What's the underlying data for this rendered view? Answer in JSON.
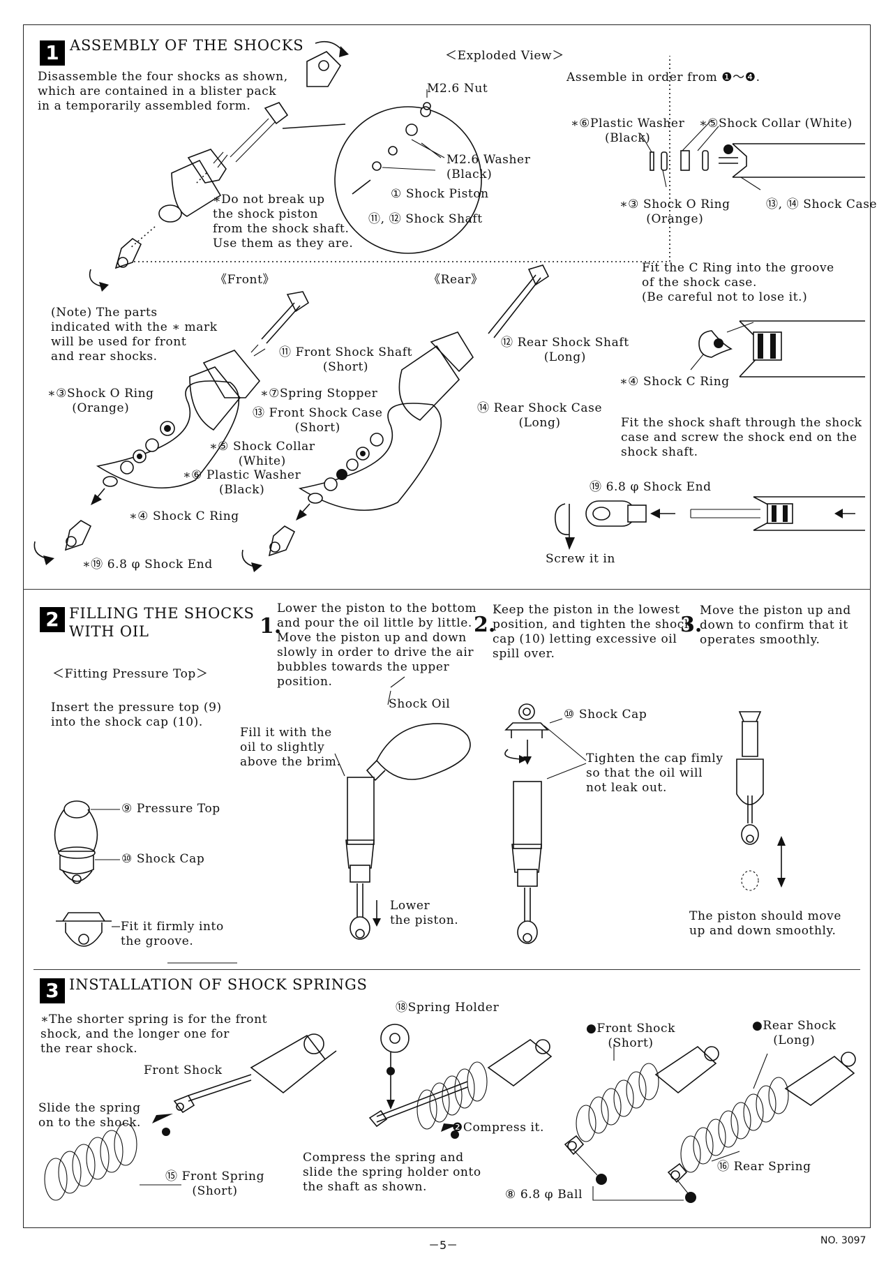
{
  "section1": {
    "number": "1",
    "title": "ASSEMBLY OF THE SHOCKS",
    "intro": "Disassemble the four shocks as shown,\nwhich are contained in a blister pack\nin a temporarily assembled form.",
    "exploded_view": "＜Exploded View＞",
    "nut": "M2.6 Nut",
    "washer": "M2.6 Washer\n(Black)",
    "piston": "① Shock Piston",
    "shaft": "⑪, ⑫ Shock Shaft",
    "warning": "∗Do not break up\nthe shock piston\nfrom the shock shaft.\nUse them as they are.",
    "assemble_order": "Assemble in order from ❶～❹.",
    "plastic_washer": "∗⑥Plastic Washer\n(Black)",
    "shock_collar": "∗⑤Shock Collar (White)",
    "o_ring_r": "∗③ Shock O Ring\n(Orange)",
    "shock_case": "⑬, ⑭ Shock Case",
    "front": "《Front》",
    "rear": "《Rear》",
    "note": "(Note)          The parts\nindicated with the ∗ mark\nwill be used for front\nand rear shocks.",
    "front_shaft": "⑪ Front Shock Shaft\n(Short)",
    "rear_shaft": "⑫ Rear Shock Shaft\n(Long)",
    "o_ring_l": "∗③Shock O Ring\n(Orange)",
    "spring_stopper": "∗⑦Spring Stopper",
    "front_case": "⑬ Front Shock Case\n(Short)",
    "rear_case": "⑭ Rear Shock Case\n(Long)",
    "collar_l": "∗⑤ Shock Collar\n(White)",
    "washer_l": "∗⑥ Plastic Washer\n(Black)",
    "c_ring_l": "∗④ Shock C Ring",
    "shock_end_l": "∗⑲ 6.8 φ Shock End",
    "c_ring_text": "Fit the C Ring into the groove\nof the shock case.\n(Be careful not to lose it.)",
    "c_ring_r": "∗④ Shock C Ring",
    "shaft_text": "Fit the shock shaft through the shock\ncase and screw the shock end on the\nshock shaft.",
    "shock_end_r": "⑲ 6.8 φ Shock End",
    "screw_in": "Screw it in"
  },
  "section2": {
    "number": "2",
    "title": "FILLING THE SHOCKS\nWITH OIL",
    "fitting": "＜Fitting Pressure Top＞",
    "insert": "Insert the pressure top (9)\ninto the shock cap (10).",
    "pressure_top": "⑨ Pressure Top",
    "shock_cap_l": "⑩ Shock Cap",
    "groove": "Fit it firmly into\nthe groove.",
    "step1_num": "1.",
    "step1": "Lower the piston to the bottom\nand pour the oil little by little.\nMove the piston up and down\nslowly in order to drive the air\nbubbles towards the upper\nposition.",
    "step2_num": "2.",
    "step2": "Keep the piston in the lowest\nposition, and tighten the shock\ncap (10) letting excessive oil\nspill over.",
    "step3_num": "3.",
    "step3": "Move the piston up and\ndown to confirm that it\noperates smoothly.",
    "shock_oil": "Shock Oil",
    "fill": "Fill it with the\noil to slightly\nabove the brim.",
    "lower": "Lower\nthe piston.",
    "shock_cap_r": "⑩ Shock Cap",
    "tighten": "Tighten the cap fimly\nso that the oil will\nnot leak out.",
    "smooth": "The piston should move\nup and down smoothly."
  },
  "section3": {
    "number": "3",
    "title": "INSTALLATION OF SHOCK SPRINGS",
    "note": "∗The shorter spring is for the front\nshock, and the longer one for\nthe rear shock.",
    "front_shock": "Front Shock",
    "slide": "Slide the spring\non to the shock.",
    "front_spring": "⑮ Front Spring\n(Short)",
    "spring_holder": "⑱Spring Holder",
    "compress_it": "❷Compress it.",
    "compress_text": "Compress the spring and\nslide the spring holder onto\nthe shaft as shown.",
    "ball": "⑧ 6.8 φ  Ball",
    "front_short": "●Front Shock\n(Short)",
    "rear_long": "●Rear Shock\n(Long)",
    "rear_spring": "⑯ Rear Spring"
  },
  "footer": {
    "page": "－5－",
    "doc_no": "NO. 3097"
  }
}
